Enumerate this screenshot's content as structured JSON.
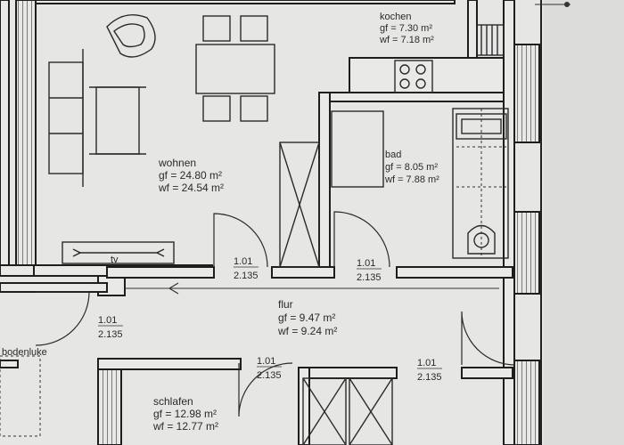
{
  "rooms": {
    "kochen": {
      "name": "kochen",
      "gf": "gf = 7.30 m²",
      "wf": "wf = 7.18 m²"
    },
    "wohnen": {
      "name": "wohnen",
      "gf": "gf = 24.80 m²",
      "wf": "wf = 24.54 m²"
    },
    "bad": {
      "name": "bad",
      "gf": "gf = 8.05 m²",
      "wf": "wf = 7.88 m²"
    },
    "flur": {
      "name": "flur",
      "gf": "gf = 9.47 m²",
      "wf": "wf = 9.24 m²"
    },
    "schlafen": {
      "name": "schlafen",
      "gf": "gf = 12.98 m²",
      "wf": "wf = 12.77 m²"
    },
    "bodenluke": {
      "name": "bodenluke"
    }
  },
  "furniture": {
    "tv_label": "tv"
  },
  "doors": [
    {
      "w": "1.01",
      "h": "2.135"
    },
    {
      "w": "1.01",
      "h": "2.135"
    },
    {
      "w": "1.01",
      "h": "2.135"
    },
    {
      "w": "1.01",
      "h": "2.135"
    },
    {
      "w": "1.01",
      "h": "2.135"
    }
  ]
}
